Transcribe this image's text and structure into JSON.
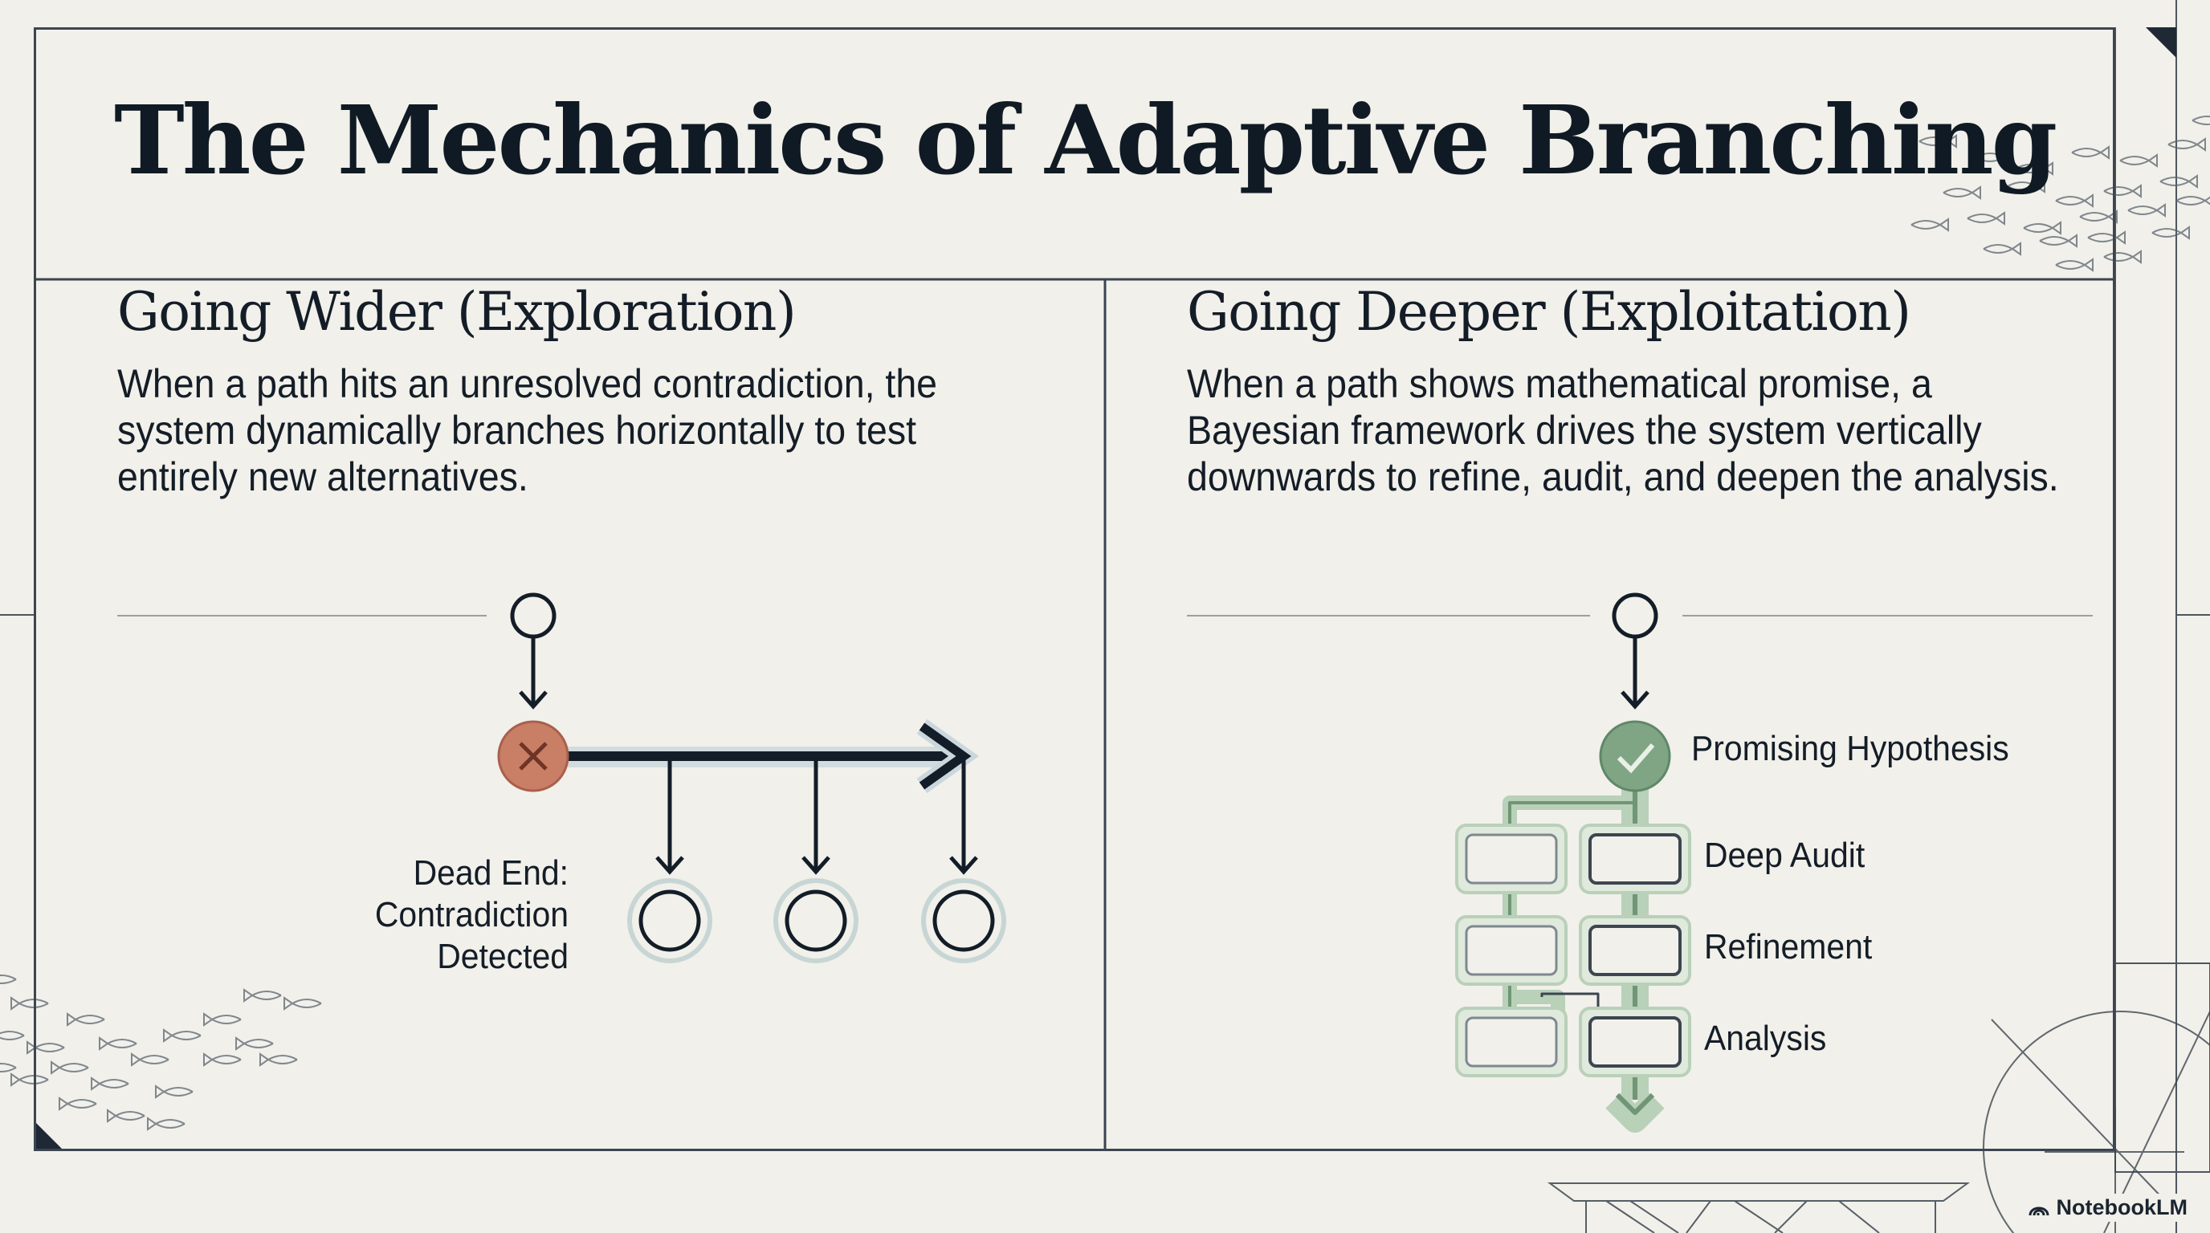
{
  "title": "The Mechanics of Adaptive Branching",
  "left": {
    "heading": "Going Wider (Exploration)",
    "body": "When a path hits an unresolved contradiction, the system dynamically branches horizontally to test entirely new alternatives.",
    "dead_end_label": "Dead End:\nContradiction\nDetected",
    "new_branch_count": 3
  },
  "right": {
    "heading": "Going Deeper (Exploitation)",
    "body": "When a path shows mathematical promise, a Bayesian framework drives the system vertically downwards to refine, audit, and deepen the analysis.",
    "stages": [
      "Promising Hypothesis",
      "Deep Audit",
      "Refinement",
      "Analysis"
    ]
  },
  "brand": {
    "name": "NotebookLM",
    "icon": "notebooklm-logo-icon"
  },
  "colors": {
    "background": "#f1f0ea",
    "ink": "#131d28",
    "dead_end": "#c97e66",
    "promising": "#7fa585",
    "deep_path": "#9bbf9d",
    "branch_halo": "#c7d6d4"
  }
}
